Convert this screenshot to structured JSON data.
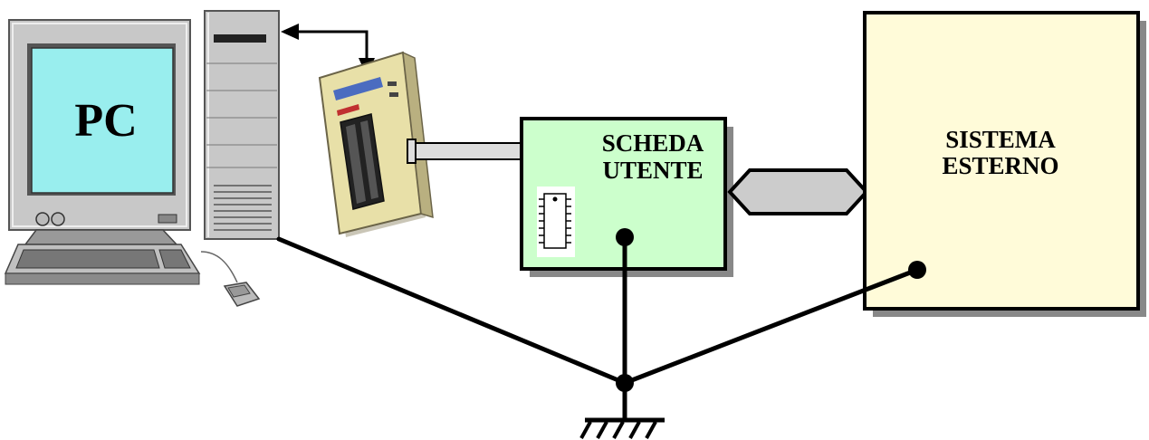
{
  "labels": {
    "pc": "PC",
    "board_line1": "SCHEDA",
    "board_line2": "UTENTE",
    "system_line1": "SISTEMA",
    "system_line2": "ESTERNO"
  },
  "colors": {
    "monitor_screen": "#99eeee",
    "pc_case": "#c8c8c8",
    "board_fill": "#ccffcc",
    "system_fill": "#fffbd9",
    "shadow": "#888888",
    "bus_fill": "#cccccc",
    "programmer_body": "#e8e0a8",
    "wire": "#000000"
  }
}
